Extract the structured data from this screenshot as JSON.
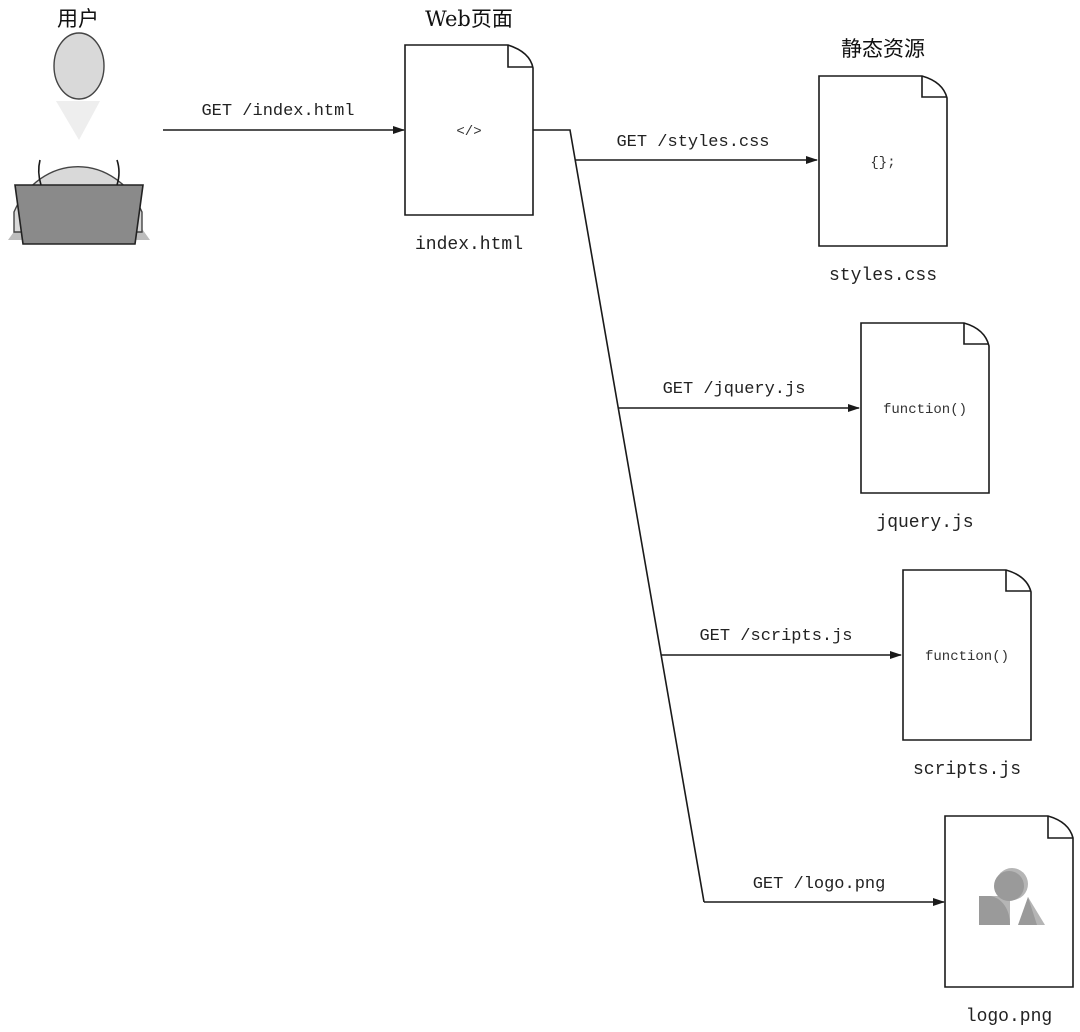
{
  "headings": {
    "user": "用户",
    "webpage": "Web页面",
    "static_resources": "静态资源"
  },
  "user": {
    "icon": "person-with-laptop-icon",
    "request_label": "GET /index.html"
  },
  "page": {
    "filename": "index.html",
    "glyph": "</>",
    "icon": "html-document-icon"
  },
  "resources": [
    {
      "request_label": "GET /styles.css",
      "filename": "styles.css",
      "glyph": "{};",
      "icon": "css-document-icon"
    },
    {
      "request_label": "GET /jquery.js",
      "filename": "jquery.js",
      "glyph": "function()",
      "icon": "js-document-icon"
    },
    {
      "request_label": "GET /scripts.js",
      "filename": "scripts.js",
      "glyph": "function()",
      "icon": "js-document-icon"
    },
    {
      "request_label": "GET /logo.png",
      "filename": "logo.png",
      "glyph": "",
      "icon": "image-document-icon"
    }
  ],
  "colors": {
    "stroke": "#1a1a1a",
    "person_fill": "#d9d9d9",
    "laptop_fill": "#8a8a8a",
    "image_shape_fill": "#9a9a9a"
  }
}
